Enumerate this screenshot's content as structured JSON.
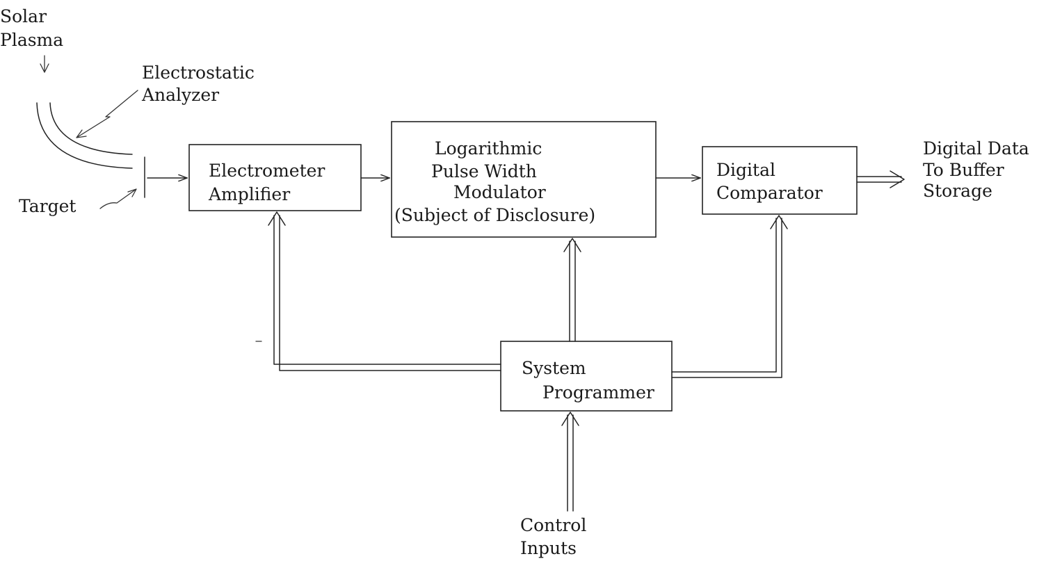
{
  "source_label": [
    "Solar",
    "Plasma"
  ],
  "analyzer_label": [
    "Electrostatic",
    "Analyzer"
  ],
  "target_label": "Target",
  "blocks": {
    "electrometer": [
      "Electrometer",
      "Amplifier"
    ],
    "modulator": [
      "Logarithmic",
      "Pulse Width",
      "Modulator",
      "(Subject of Disclosure)"
    ],
    "comparator": [
      "Digital",
      "Comparator"
    ],
    "programmer": [
      "System",
      "Programmer"
    ]
  },
  "output_label": [
    "Digital Data",
    "To Buffer",
    "Storage"
  ],
  "control_label": [
    "Control",
    "Inputs"
  ]
}
